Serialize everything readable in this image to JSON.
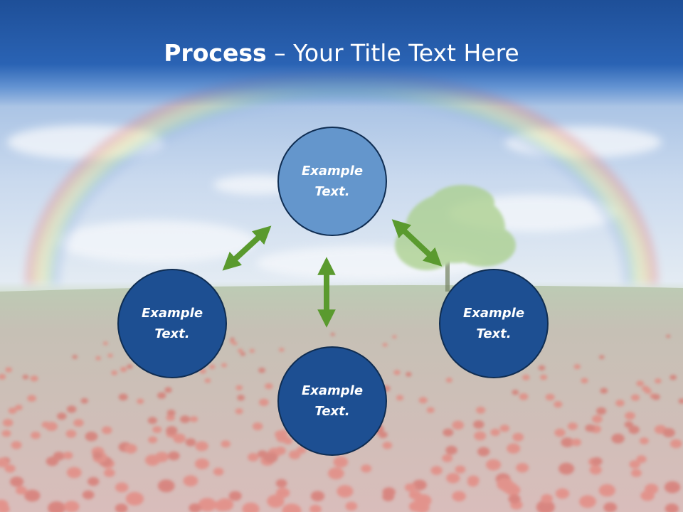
{
  "slide": {
    "title_bold": "Process",
    "title_rest": " – Your Title Text Here"
  },
  "diagram": {
    "nodes": {
      "top": "Example\nText.",
      "left": "Example\nText.",
      "right": "Example\nText.",
      "bottom": "Example\nText."
    }
  },
  "colors": {
    "title_bar": "#1e4f98",
    "node_dark": "#1d4f92",
    "node_light": "#6496cc",
    "arrow": "#5a9a2e"
  },
  "background": {
    "scene": "sky-rainbow-tree-poppy-field"
  }
}
